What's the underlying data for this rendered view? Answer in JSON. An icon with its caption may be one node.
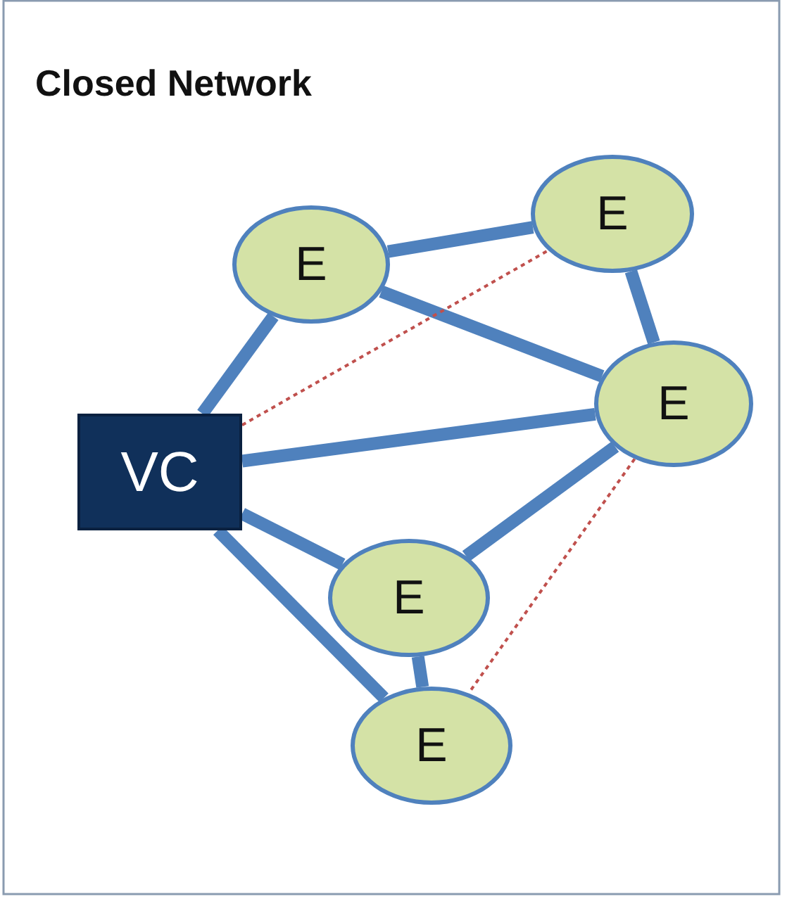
{
  "diagram": {
    "title": "Closed Network",
    "nodes": [
      {
        "text": [
          "VC"
        ]
      },
      {
        "text": [
          "E"
        ]
      },
      {
        "text": [
          "E"
        ]
      },
      {
        "text": [
          "E"
        ]
      },
      {
        "text": [
          "E"
        ]
      },
      {
        "text": [
          "E"
        ]
      }
    ],
    "edges": [
      {
        "from": 0,
        "to": 1,
        "arrow": "none"
      },
      {
        "from": 1,
        "to": 2,
        "arrow": "none"
      },
      {
        "from": 1,
        "to": 3,
        "arrow": "none"
      },
      {
        "from": 2,
        "to": 3,
        "arrow": "none"
      },
      {
        "from": 0,
        "to": 2,
        "arrow": "none",
        "style": "dashed",
        "color": "#c0504d"
      },
      {
        "from": 0,
        "to": 3,
        "arrow": "none"
      },
      {
        "from": 0,
        "to": 4,
        "arrow": "none"
      },
      {
        "from": 3,
        "to": 4,
        "arrow": "none"
      },
      {
        "from": 4,
        "to": 5,
        "arrow": "none"
      },
      {
        "from": 0,
        "to": 5,
        "arrow": "none"
      },
      {
        "from": 3,
        "to": 5,
        "arrow": "none",
        "style": "dashed",
        "color": "#c0504d"
      }
    ]
  }
}
